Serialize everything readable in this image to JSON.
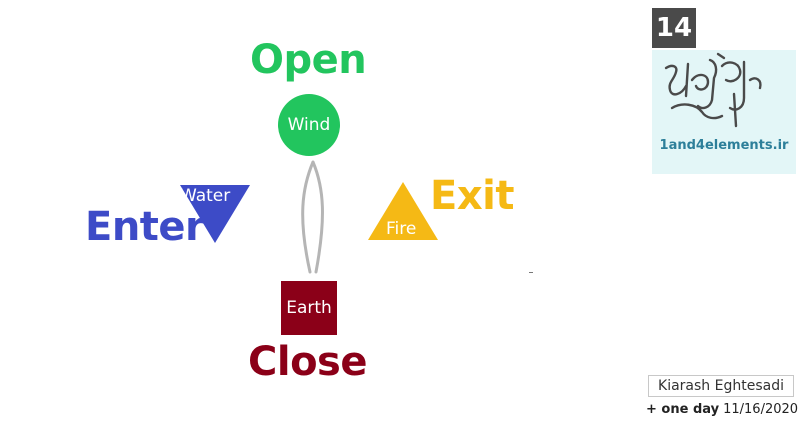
{
  "colors": {
    "open": "#22c55e",
    "enter": "#3d4bc7",
    "exit": "#f5b915",
    "close": "#8b0018",
    "flame": "#b5b5b5"
  },
  "labels": {
    "open": "Open",
    "enter": "Enter",
    "exit": "Exit",
    "close": "Close"
  },
  "elements": {
    "wind": "Wind",
    "water": "Water",
    "fire": "Fire",
    "earth": "Earth"
  },
  "panel": {
    "page_number": "14",
    "site": "1and4elements.ir",
    "author": "Kiarash Eghtesadi",
    "date_prefix": "+ one day",
    "date": "11/16/2020"
  },
  "icons": {
    "flame": "flame-outline-icon",
    "logo": "persian-calligraphy-logo-icon"
  }
}
